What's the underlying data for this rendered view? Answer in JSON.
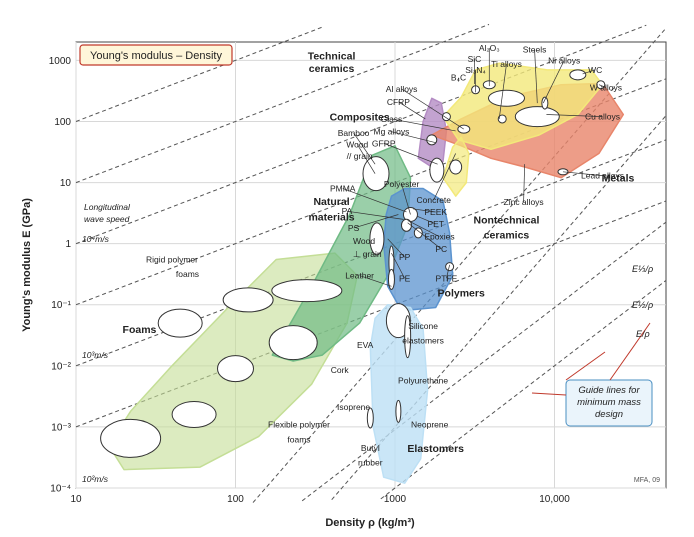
{
  "chart_data": {
    "type": "scatter",
    "title": "Young's modulus – Density",
    "xlabel": "Density ρ (kg/m³)",
    "ylabel": "Young's modulus E (GPa)",
    "xscale": "log",
    "yscale": "log",
    "xlim": [
      10,
      50000
    ],
    "ylim": [
      0.0001,
      2000
    ],
    "x_ticks": [
      {
        "value": 10,
        "label": "10"
      },
      {
        "value": 100,
        "label": "100"
      },
      {
        "value": 1000,
        "label": "1000"
      },
      {
        "value": 10000,
        "label": "10,000"
      }
    ],
    "y_ticks": [
      {
        "value": 0.0001,
        "label": "10⁻⁴"
      },
      {
        "value": 0.001,
        "label": "10⁻³"
      },
      {
        "value": 0.01,
        "label": "10⁻²"
      },
      {
        "value": 0.1,
        "label": "10⁻¹"
      },
      {
        "value": 1,
        "label": "1"
      },
      {
        "value": 10,
        "label": "10"
      },
      {
        "value": 100,
        "label": "100"
      },
      {
        "value": 1000,
        "label": "1000"
      }
    ],
    "grid": true,
    "credit": "MFA, 09",
    "families": [
      {
        "name": "Technical ceramics",
        "color": "#f3e97a"
      },
      {
        "name": "Metals",
        "color": "#e8856a"
      },
      {
        "name": "Composites",
        "color": "#b48cc4"
      },
      {
        "name": "Natural materials",
        "color": "#6fba84"
      },
      {
        "name": "Polymers",
        "color": "#5b93cf"
      },
      {
        "name": "Foams",
        "color": "#c4de96"
      },
      {
        "name": "Elastomers",
        "color": "#bde0f5"
      }
    ],
    "bold_labels": [
      {
        "text": "Technical",
        "x": 400,
        "y": 1200
      },
      {
        "text": "ceramics",
        "x": 400,
        "y": 750
      },
      {
        "text": "Composites",
        "x": 600,
        "y": 120
      },
      {
        "text": "Metals",
        "x": 25000,
        "y": 12
      },
      {
        "text": "Natural",
        "x": 400,
        "y": 5
      },
      {
        "text": "materials",
        "x": 400,
        "y": 2.8
      },
      {
        "text": "Nontechnical",
        "x": 5000,
        "y": 2.5
      },
      {
        "text": "ceramics",
        "x": 5000,
        "y": 1.4
      },
      {
        "text": "Polymers",
        "x": 2600,
        "y": 0.16
      },
      {
        "text": "Foams",
        "x": 25,
        "y": 0.04
      },
      {
        "text": "Elastomers",
        "x": 1800,
        "y": 0.00045
      }
    ],
    "material_labels": [
      {
        "text": "Al₂O₃",
        "x": 3900,
        "y": 1600,
        "pt": [
          3900,
          380
        ]
      },
      {
        "text": "SiC",
        "x": 3150,
        "y": 1060,
        "pt": [
          3150,
          410
        ]
      },
      {
        "text": "Si₃N₄",
        "x": 3200,
        "y": 700,
        "pt": [
          3200,
          300
        ]
      },
      {
        "text": "B₄C",
        "x": 2500,
        "y": 520,
        "pt": [
          2500,
          450
        ]
      },
      {
        "text": "Ti alloys",
        "x": 5000,
        "y": 870,
        "pt": [
          4500,
          110
        ]
      },
      {
        "text": "Steels",
        "x": 7500,
        "y": 1500,
        "pt": [
          7800,
          200
        ]
      },
      {
        "text": "Ni alloys",
        "x": 11500,
        "y": 1000,
        "pt": [
          8500,
          200
        ]
      },
      {
        "text": "WC",
        "x": 18000,
        "y": 700,
        "pt": [
          15000,
          600
        ]
      },
      {
        "text": "W alloys",
        "x": 21000,
        "y": 360,
        "pt": [
          19000,
          400
        ]
      },
      {
        "text": "Cu alloys",
        "x": 20000,
        "y": 120,
        "pt": [
          8900,
          130
        ]
      },
      {
        "text": "Lead alloys",
        "x": 20000,
        "y": 13,
        "pt": [
          11300,
          15
        ]
      },
      {
        "text": "Zinc alloys",
        "x": 6400,
        "y": 4.8,
        "pt": [
          6500,
          20
        ]
      },
      {
        "text": "Al alloys",
        "x": 1100,
        "y": 340,
        "pt": [
          2700,
          75
        ]
      },
      {
        "text": "CFRP",
        "x": 1050,
        "y": 210,
        "pt": [
          1550,
          110
        ]
      },
      {
        "text": "Glass",
        "x": 950,
        "y": 110,
        "pt": [
          2400,
          70
        ]
      },
      {
        "text": "Mg alloys",
        "x": 950,
        "y": 68,
        "pt": [
          1800,
          45
        ]
      },
      {
        "text": "GFRP",
        "x": 850,
        "y": 44,
        "pt": [
          1850,
          20
        ]
      },
      {
        "text": "Bamboo",
        "x": 550,
        "y": 65,
        "pt": [
          750,
          20
        ]
      },
      {
        "text": "Wood",
        "x": 580,
        "y": 42,
        "pt": [
          750,
          14
        ]
      },
      {
        "text": "// grain",
        "x": 600,
        "y": 27,
        "pt": [
          0,
          0
        ]
      },
      {
        "text": "PMMA",
        "x": 470,
        "y": 8,
        "pt": [
          1180,
          3.3
        ]
      },
      {
        "text": "PA",
        "x": 500,
        "y": 3.4,
        "pt": [
          1130,
          2.5
        ]
      },
      {
        "text": "PS",
        "x": 550,
        "y": 1.8,
        "pt": [
          1050,
          3
        ]
      },
      {
        "text": "Wood",
        "x": 640,
        "y": 1.1,
        "pt": [
          0,
          0
        ]
      },
      {
        "text": "⊥ grain",
        "x": 670,
        "y": 0.68,
        "pt": [
          0,
          0
        ]
      },
      {
        "text": "Leather",
        "x": 600,
        "y": 0.3,
        "pt": [
          950,
          0.2
        ]
      },
      {
        "text": "Polyester",
        "x": 1100,
        "y": 9.5,
        "pt": [
          1250,
          3
        ]
      },
      {
        "text": "Concrete",
        "x": 1750,
        "y": 5.2,
        "pt": [
          2400,
          30
        ]
      },
      {
        "text": "PEEK",
        "x": 1800,
        "y": 3.3,
        "pt": [
          1300,
          3.7
        ]
      },
      {
        "text": "PET",
        "x": 1800,
        "y": 2.1,
        "pt": [
          1380,
          2.8
        ]
      },
      {
        "text": "Epoxies",
        "x": 1900,
        "y": 1.3,
        "pt": [
          1200,
          2.4
        ]
      },
      {
        "text": "PC",
        "x": 1950,
        "y": 0.82,
        "pt": [
          1200,
          2.2
        ]
      },
      {
        "text": "PP",
        "x": 1150,
        "y": 0.6,
        "pt": [
          900,
          1.2
        ]
      },
      {
        "text": "PE",
        "x": 1150,
        "y": 0.27,
        "pt": [
          950,
          0.7
        ]
      },
      {
        "text": "PTFE",
        "x": 2100,
        "y": 0.27,
        "pt": [
          2200,
          0.45
        ]
      },
      {
        "text": "Rigid polymer",
        "x": 40,
        "y": 0.55,
        "pt": [
          0,
          0
        ]
      },
      {
        "text": "foams",
        "x": 50,
        "y": 0.32,
        "pt": [
          0,
          0
        ]
      },
      {
        "text": "Cork",
        "x": 450,
        "y": 0.0085,
        "pt": [
          0,
          0
        ]
      },
      {
        "text": "Flexible polymer",
        "x": 250,
        "y": 0.0011,
        "pt": [
          0,
          0
        ]
      },
      {
        "text": "foams",
        "x": 250,
        "y": 0.00062,
        "pt": [
          0,
          0
        ]
      },
      {
        "text": "EVA",
        "x": 650,
        "y": 0.022,
        "pt": [
          0,
          0
        ]
      },
      {
        "text": "Silicone",
        "x": 1500,
        "y": 0.045,
        "pt": [
          0,
          0
        ]
      },
      {
        "text": "elastomers",
        "x": 1500,
        "y": 0.026,
        "pt": [
          0,
          0
        ]
      },
      {
        "text": "Polyurethane",
        "x": 1500,
        "y": 0.0058,
        "pt": [
          0,
          0
        ]
      },
      {
        "text": "Isoprene",
        "x": 550,
        "y": 0.0021,
        "pt": [
          0,
          0
        ]
      },
      {
        "text": "Neoprene",
        "x": 1650,
        "y": 0.0011,
        "pt": [
          0,
          0
        ]
      },
      {
        "text": "Butyl",
        "x": 700,
        "y": 0.00045,
        "pt": [
          0,
          0
        ]
      },
      {
        "text": "rubber",
        "x": 700,
        "y": 0.00026,
        "pt": [
          0,
          0
        ]
      }
    ],
    "guide_lines": {
      "E_over_rho": [
        0.0001,
        0.001,
        0.01,
        0.1,
        1,
        10
      ],
      "E_half_over_rho": [
        0.001,
        0.003
      ],
      "E_third_over_rho": [
        0.01,
        0.03
      ],
      "labels": [
        "E/ρ",
        "E½/ρ",
        "E⅓/ρ"
      ]
    },
    "annotations": {
      "wave_speed": [
        "Longitudinal",
        "wave speed"
      ],
      "wave_markers": [
        "10⁴m/s",
        "10³m/s",
        "10²m/s"
      ],
      "guide_box": [
        "Guide lines for",
        "minimum mass",
        "design"
      ]
    }
  }
}
